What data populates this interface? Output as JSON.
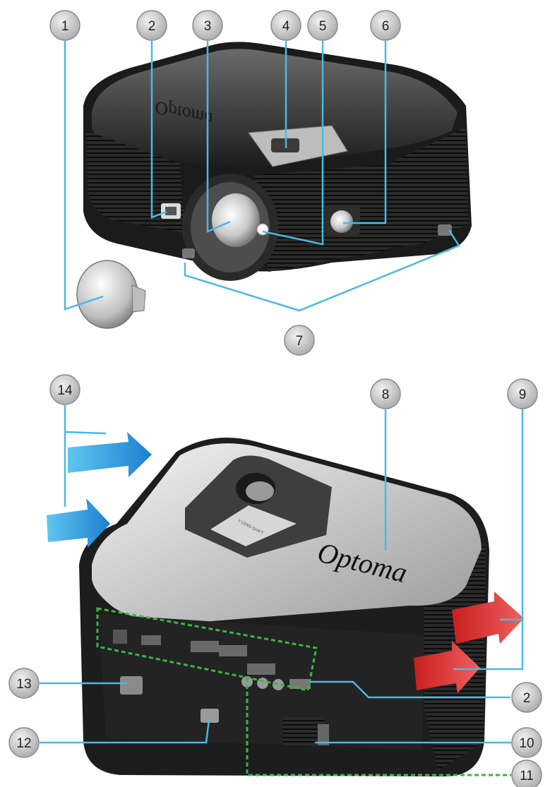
{
  "brand_logo": "Optoma",
  "lens_shift_label": "V LENS SHIFT",
  "callouts": [
    {
      "id": "1",
      "label": "1"
    },
    {
      "id": "2",
      "label": "2"
    },
    {
      "id": "3",
      "label": "3"
    },
    {
      "id": "4",
      "label": "4"
    },
    {
      "id": "5",
      "label": "5"
    },
    {
      "id": "6",
      "label": "6"
    },
    {
      "id": "7",
      "label": "7"
    },
    {
      "id": "8",
      "label": "8"
    },
    {
      "id": "9",
      "label": "9"
    },
    {
      "id": "2b",
      "label": "2"
    },
    {
      "id": "10",
      "label": "10"
    },
    {
      "id": "11",
      "label": "11"
    },
    {
      "id": "12",
      "label": "12"
    },
    {
      "id": "13",
      "label": "13"
    },
    {
      "id": "14",
      "label": "14"
    }
  ],
  "colors": {
    "leader_line": "#4cb8e6",
    "io_outline": "#3ab54a",
    "air_intake": "#3a9ee0",
    "air_exhaust": "#e03a3a",
    "callout_fill": "#cfcfcf",
    "body_dark": "#1e1e1e"
  }
}
